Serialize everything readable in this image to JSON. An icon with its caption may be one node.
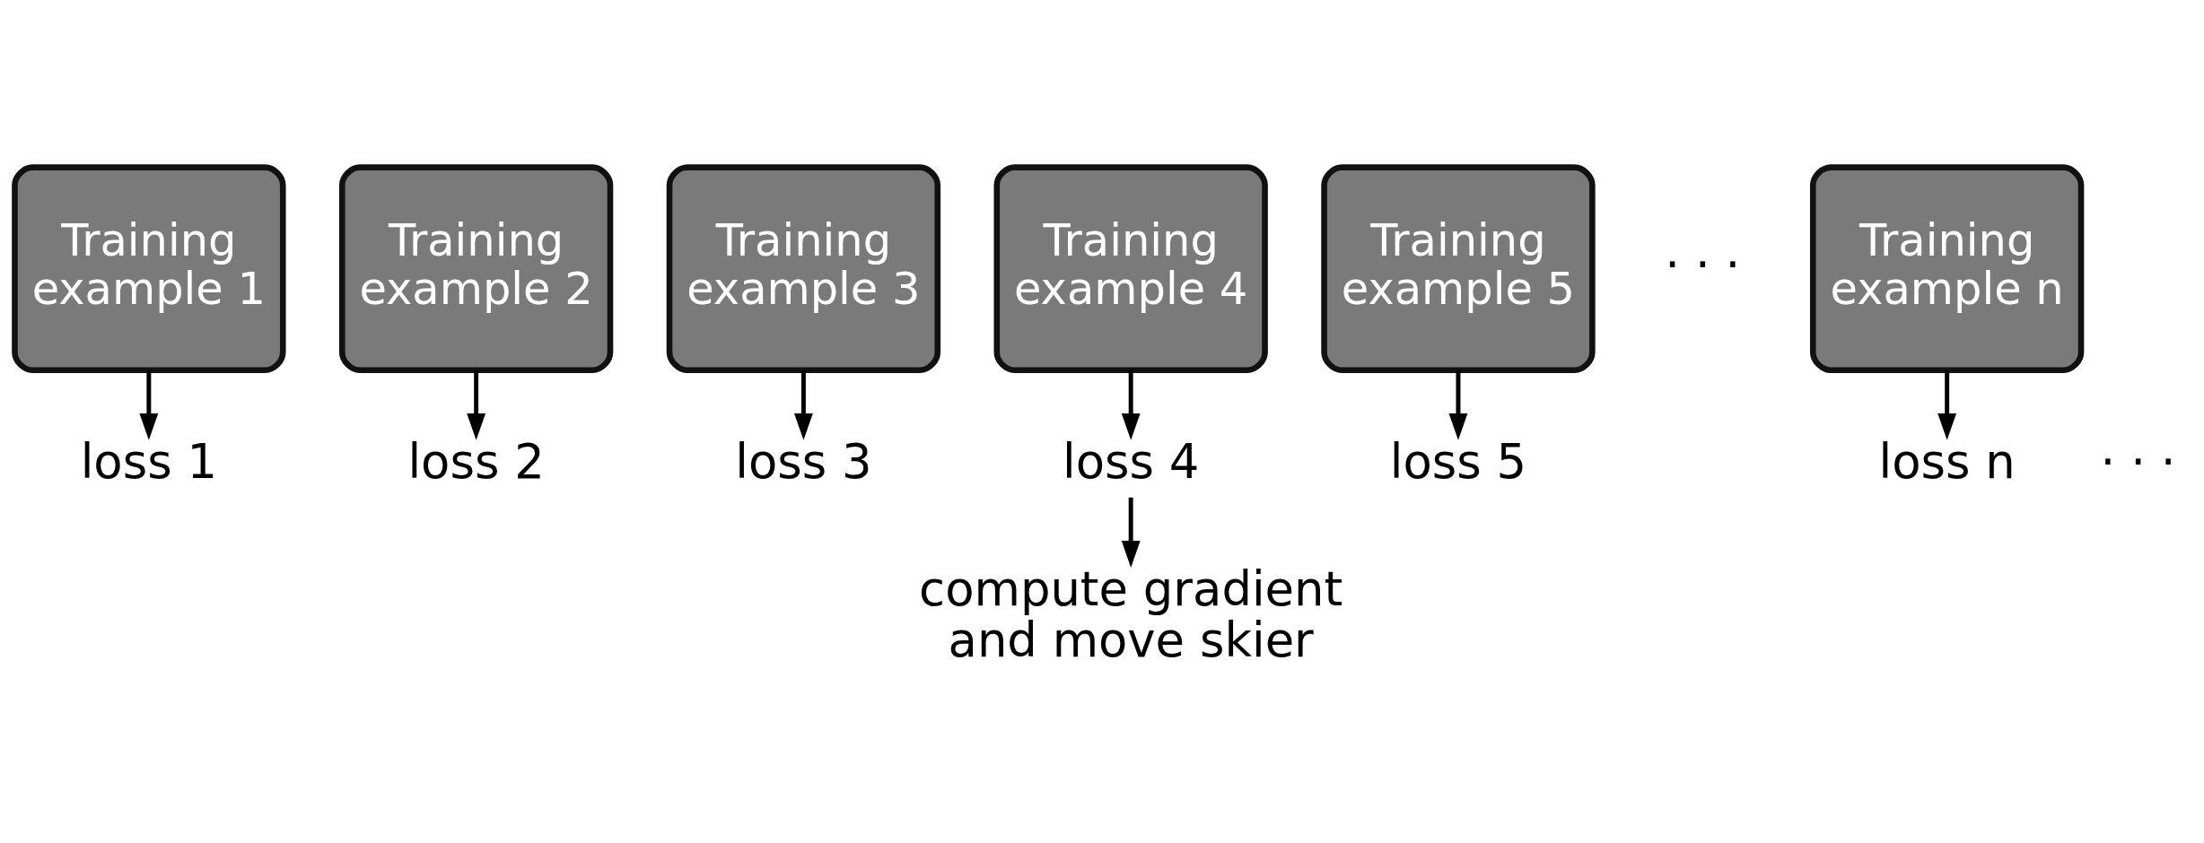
{
  "diagram": {
    "nodes": [
      {
        "text": [
          "Training example 1"
        ]
      },
      {
        "text": [
          "Training example 2"
        ]
      },
      {
        "text": [
          "Training example 3"
        ]
      },
      {
        "text": [
          "Training example 4"
        ]
      },
      {
        "text": [
          "Training example 5"
        ]
      },
      {
        "text": [
          "Training example n"
        ]
      },
      {
        "text": [
          "loss 1"
        ]
      },
      {
        "text": [
          "loss 2"
        ]
      },
      {
        "text": [
          "loss 3"
        ]
      },
      {
        "text": [
          "loss 4"
        ]
      },
      {
        "text": [
          "loss 5"
        ]
      },
      {
        "text": [
          "loss n"
        ]
      },
      {
        "text": [
          "compute gradient and move skier"
        ]
      }
    ],
    "edges": [
      {
        "from": 0,
        "to": 6,
        "arrow": "to"
      },
      {
        "from": 1,
        "to": 7,
        "arrow": "to"
      },
      {
        "from": 2,
        "to": 8,
        "arrow": "to"
      },
      {
        "from": 3,
        "to": 9,
        "arrow": "to"
      },
      {
        "from": 4,
        "to": 10,
        "arrow": "to"
      },
      {
        "from": 5,
        "to": 11,
        "arrow": "to"
      },
      {
        "from": 9,
        "to": 12,
        "arrow": "to"
      }
    ],
    "labels": [
      "· · ·",
      "· · ·"
    ]
  }
}
